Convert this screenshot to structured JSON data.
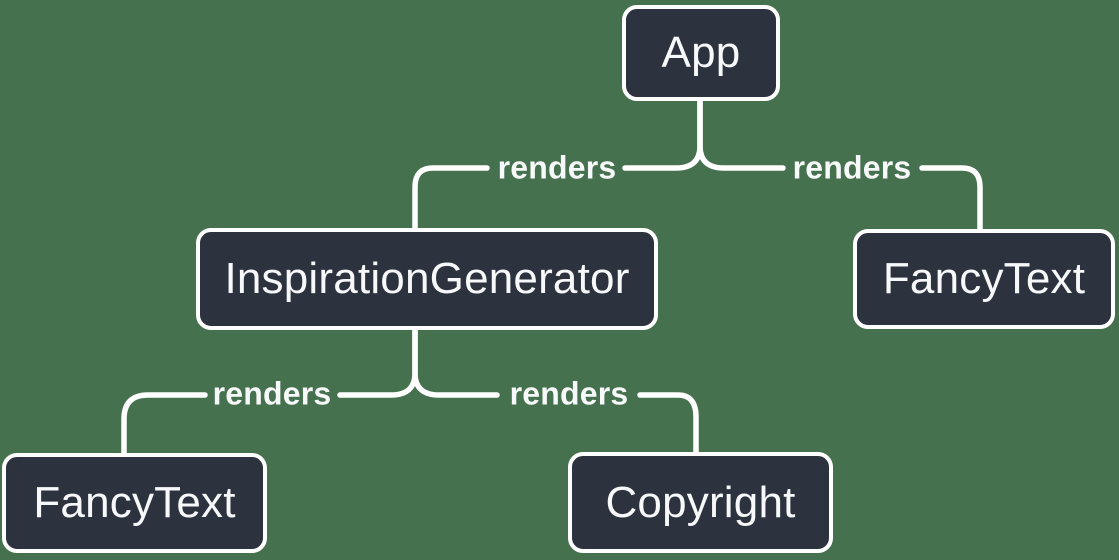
{
  "colors": {
    "background": "#46714E",
    "node_fill": "#2C323E",
    "node_border": "#FFFFFF",
    "edge_line": "#FFFFFF",
    "text": "#F7F8F9"
  },
  "diagram": {
    "type": "tree",
    "nodes": [
      {
        "id": "app",
        "label": "App"
      },
      {
        "id": "inspiration-generator",
        "label": "InspirationGenerator"
      },
      {
        "id": "fancy-text-top",
        "label": "FancyText"
      },
      {
        "id": "fancy-text-bottom",
        "label": "FancyText"
      },
      {
        "id": "copyright",
        "label": "Copyright"
      }
    ],
    "edges": [
      {
        "from": "App",
        "to": "InspirationGenerator",
        "label": "renders"
      },
      {
        "from": "App",
        "to": "FancyText",
        "label": "renders"
      },
      {
        "from": "InspirationGenerator",
        "to": "FancyText",
        "label": "renders"
      },
      {
        "from": "InspirationGenerator",
        "to": "Copyright",
        "label": "renders"
      }
    ]
  }
}
